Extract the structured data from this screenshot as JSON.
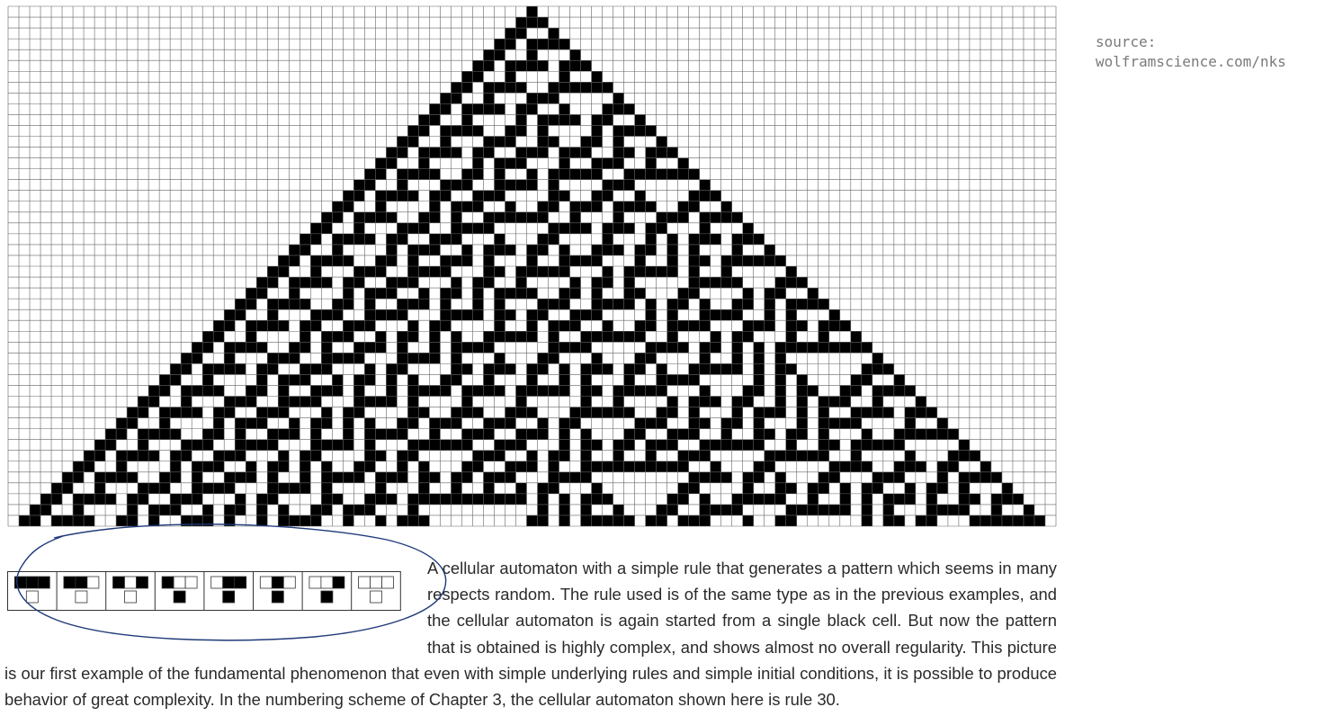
{
  "source_note": {
    "label": "source:",
    "url": "wolframscience.com/nks"
  },
  "figure": {
    "rule_number": 30,
    "steps": 48,
    "initial_condition": "single black cell",
    "colors": {
      "black": "#000000",
      "white": "#ffffff",
      "grid": "#666666"
    }
  },
  "rule_icons": [
    {
      "neighborhood": [
        1,
        1,
        1
      ],
      "result": 0
    },
    {
      "neighborhood": [
        1,
        1,
        0
      ],
      "result": 0
    },
    {
      "neighborhood": [
        1,
        0,
        1
      ],
      "result": 0
    },
    {
      "neighborhood": [
        1,
        0,
        0
      ],
      "result": 1
    },
    {
      "neighborhood": [
        0,
        1,
        1
      ],
      "result": 1
    },
    {
      "neighborhood": [
        0,
        1,
        0
      ],
      "result": 1
    },
    {
      "neighborhood": [
        0,
        0,
        1
      ],
      "result": 1
    },
    {
      "neighborhood": [
        0,
        0,
        0
      ],
      "result": 0
    }
  ],
  "caption": "A cellular automaton with a simple rule that generates a pattern which seems in many respects random. The rule used is of the same type as in the previous examples, and the cellular automaton is again started from a single black cell. But now the pattern that is obtained is highly complex, and shows almost no overall regularity. This picture is our first example of the fundamental phenomenon that even with simple underlying rules and simple initial conditions, it is possible to produce behavior of great complexity. In the numbering scheme of Chapter 3, the cellular automaton shown here is rule 30.",
  "annotation": {
    "shape": "hand-drawn ellipse",
    "encircles": "rule-icons",
    "color": "#1f3a7a"
  }
}
